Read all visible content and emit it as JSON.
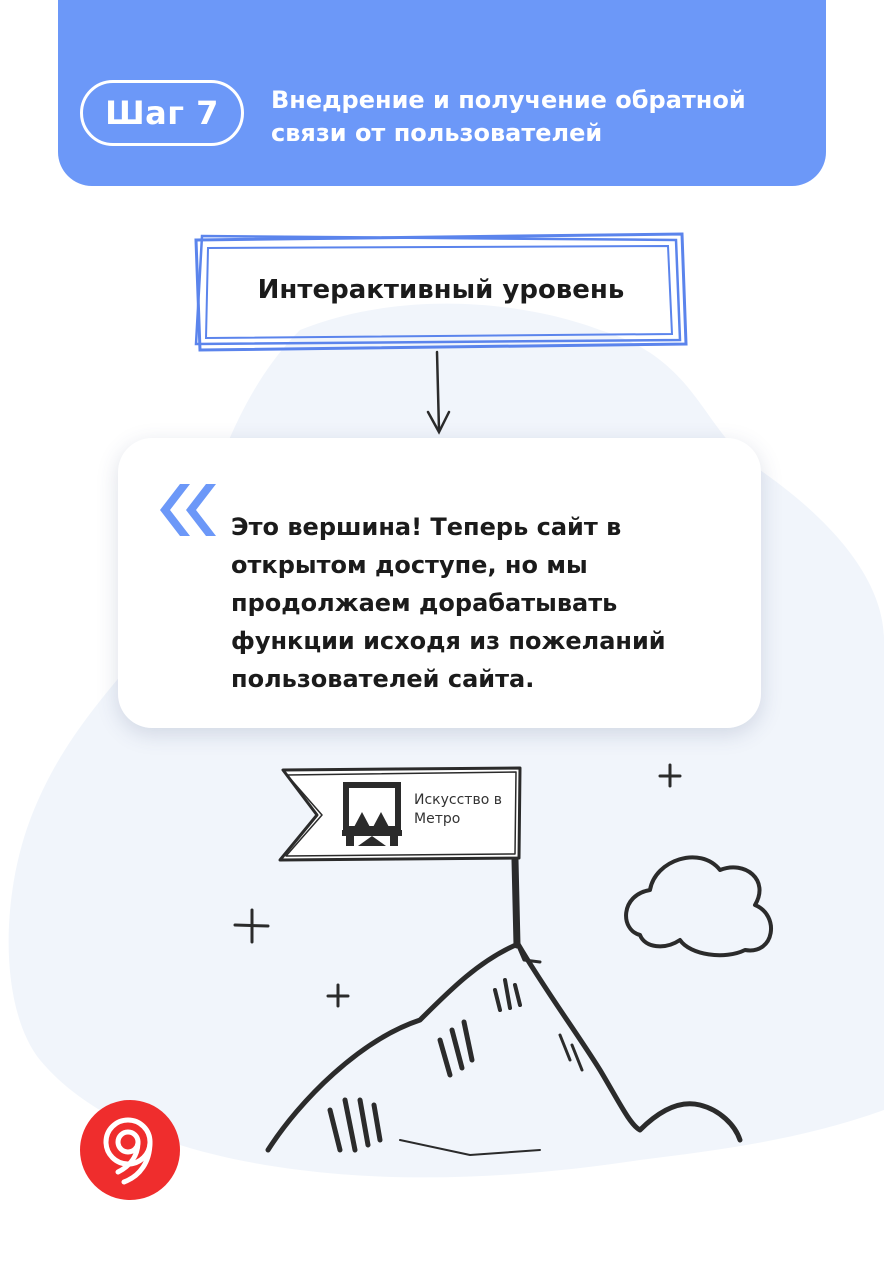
{
  "header": {
    "step_label": "Шаг 7",
    "title": "Внедрение и получение обратной связи от пользователей"
  },
  "level_box": {
    "label": "Интерактивный уровень"
  },
  "quote": {
    "text": "Это вершина! Теперь сайт в открытом доступе, но мы продолжаем дорабатывать функции исходя из пожеланий пользователей сайта."
  },
  "flag": {
    "logo_icon": "metro-train-logo-icon",
    "text": "Искусство в Метро"
  },
  "brand": {
    "logo_icon": "red-circle-brand-logo"
  },
  "colors": {
    "accent": "#6c98f8",
    "brand_red": "#ef2d2d",
    "blob": "#f1f5fb",
    "ink": "#2b2b2b"
  }
}
